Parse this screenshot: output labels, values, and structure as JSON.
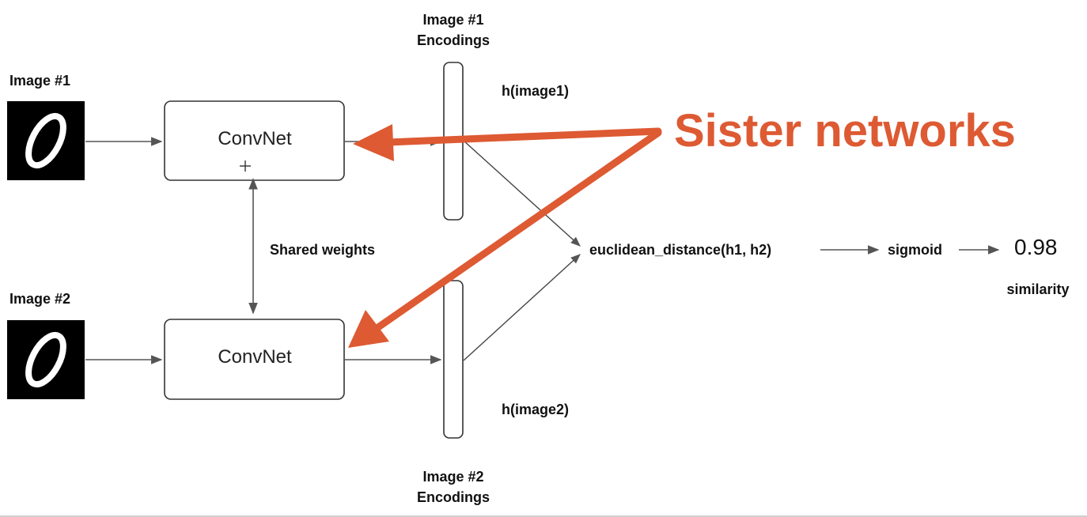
{
  "image1": {
    "label": "Image #1",
    "digit": "0"
  },
  "image2": {
    "label": "Image #2",
    "digit": "0"
  },
  "convnet_top": {
    "label": "ConvNet"
  },
  "convnet_bottom": {
    "label": "ConvNet"
  },
  "shared_weights": "Shared weights",
  "encodings1": {
    "line1": "Image #1",
    "line2": "Encodings"
  },
  "encodings2": {
    "line1": "Image #2",
    "line2": "Encodings"
  },
  "h1": "h(image1)",
  "h2": "h(image2)",
  "distance": "euclidean_distance(h1, h2)",
  "sigmoid": "sigmoid",
  "score": "0.98",
  "score_label": "similarity",
  "annotation": {
    "text": "Sister networks",
    "color": "#dd5a33"
  }
}
